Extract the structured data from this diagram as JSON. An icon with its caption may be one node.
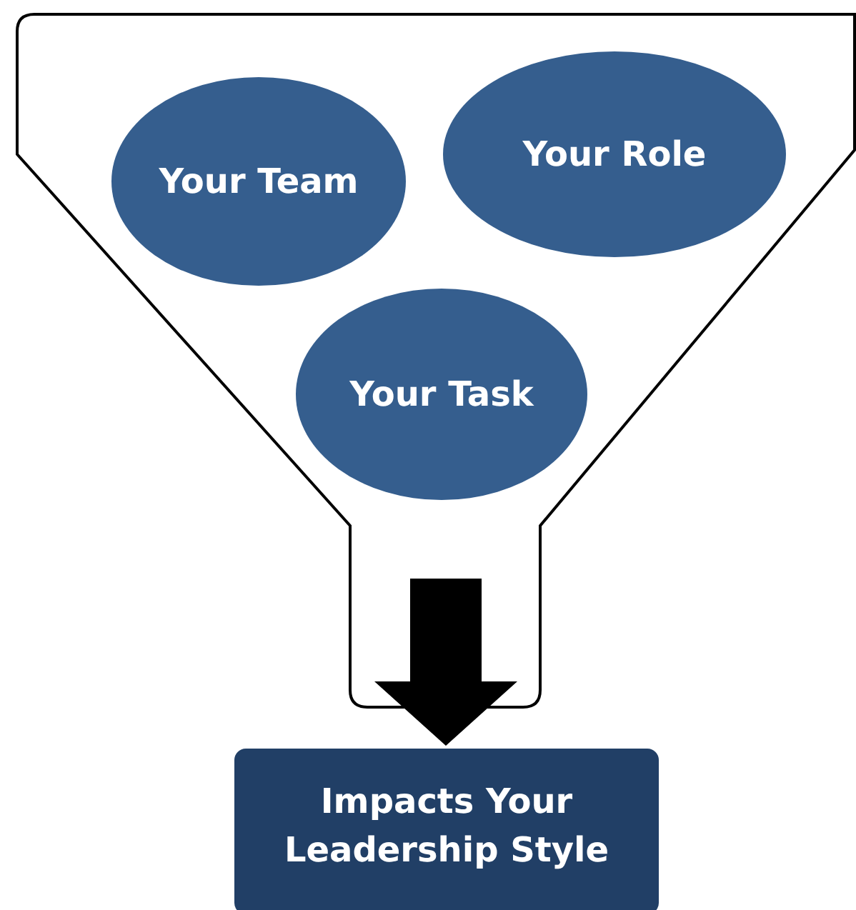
{
  "diagram": {
    "nodes": [
      {
        "text": [],
        "shape": "funnel"
      },
      {
        "text": [
          "Your Team"
        ],
        "in": 0
      },
      {
        "text": [
          "Your Role"
        ],
        "in": 0
      },
      {
        "text": [
          "Your Task"
        ],
        "in": 0
      },
      {
        "text": [
          "Impacts Your Leadership Style"
        ]
      }
    ],
    "edges": [
      {
        "from": 0,
        "to": 4,
        "arrow": "to",
        "style": "thick",
        "color": "#000000"
      }
    ]
  }
}
